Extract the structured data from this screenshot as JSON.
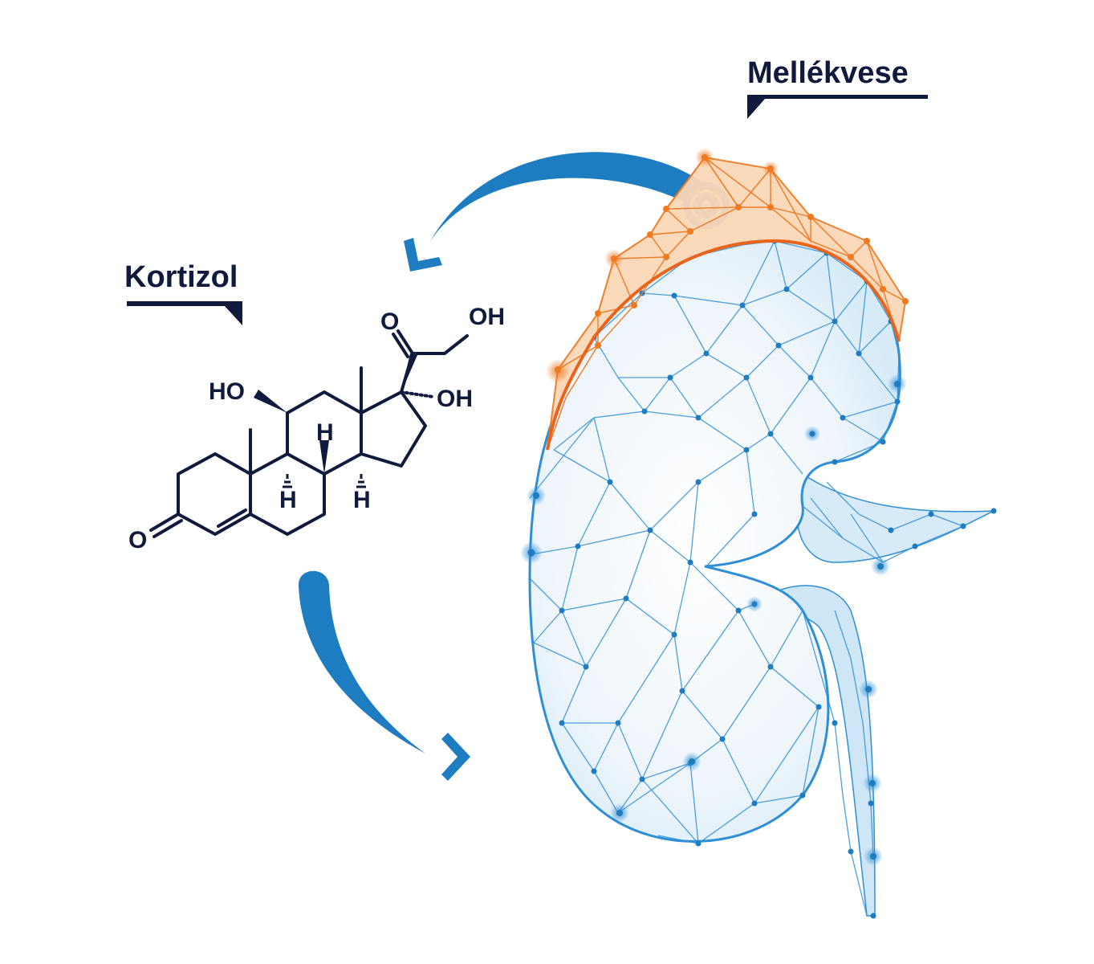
{
  "labels": {
    "adrenal": "Mellékvese",
    "cortisol": "Kortizol"
  },
  "molecule": {
    "atoms": {
      "o_ketone_top": "O",
      "oh_side_chain": "OH",
      "ho_c11": "HO",
      "oh_c17": "OH",
      "h_c8": "H",
      "h_c9": "H",
      "h_c14": "H",
      "o_c3": "O"
    }
  },
  "colors": {
    "navy": "#101a3c",
    "blue": "#1e7cc0",
    "kidney_line": "#2f8fd6",
    "kidney_fill": "#c9e3f6",
    "adrenal": "#ef7a22",
    "adrenal_fill": "#f6b57e"
  },
  "icons": {
    "arrow_top": "curved-arrow-left",
    "arrow_bottom": "curved-arrow-right",
    "target": "target-ring-icon"
  }
}
